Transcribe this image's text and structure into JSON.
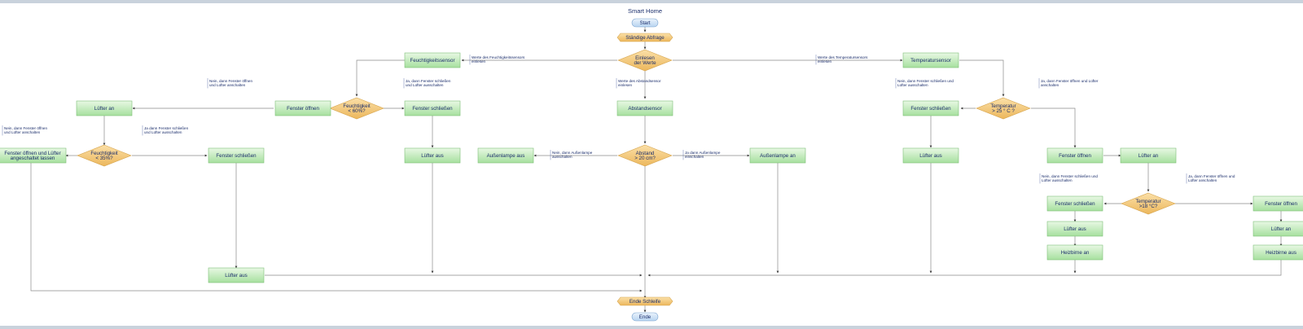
{
  "title": "Smart Home",
  "nodes": {
    "start": "Start",
    "loop_start": "Ständige Abfrage",
    "read_values": [
      "Einlesen",
      "der Werte"
    ],
    "humidity_sensor": "Feuchtigkeitssensor",
    "temperature_sensor": "Temperatursensor",
    "distance_sensor": "Abstandsensor",
    "humidity_60": [
      "Feuchtigkeit",
      "< 60%?"
    ],
    "window_open_left": "Fenster öffnen",
    "window_close_left": "Fenster schließen",
    "fan_on_left": "Lüfter an",
    "fan_off_humidity": "Lüfter aus",
    "humidity_35": [
      "Feuchtigkeit",
      "< 35%?"
    ],
    "window_open_fan_on": [
      "Fenster öffnen und Lüfter",
      "angeschaltet lassen"
    ],
    "window_close_35": "Fenster schließen",
    "fan_off_35": "Lüfter aus",
    "distance_decision": [
      "Abstand",
      "> 20 cm?"
    ],
    "outdoor_lamp_off": "Außenlampe aus",
    "outdoor_lamp_on": "Außenlampe an",
    "temp_25": [
      "Temperatur",
      "> 25 ° C ?"
    ],
    "window_close_temp": "Fenster schließen",
    "fan_off_temp": "Lüfter aus",
    "window_open_temp": "Fenster öffnen",
    "fan_on_temp": "Lüfter an",
    "temp_18": [
      "Temperatur",
      ">18 °C?"
    ],
    "window_close_18": "Fenster schließen",
    "fan_off_18": "Lüfter aus",
    "heater_on": "Heizbirne an",
    "window_open_18": "Fenster öffnen",
    "fan_on_18": "Lüfter an",
    "heater_off": "Heizbirne aus",
    "loop_end": "Ende Schleife",
    "end": "Ende"
  },
  "notes": {
    "humidity_read": [
      "Werte des Feuchtigkeitssensors",
      "einlesen"
    ],
    "temperature_read": [
      "Werte des Temperatursensors",
      "einlesen"
    ],
    "distance_read": [
      "Werte des Abstandsensor",
      "einlesen"
    ],
    "hum60_no": [
      "Nein, dann Fenster öffnen",
      "und Lüfter anschalten"
    ],
    "hum60_yes": [
      "Ja, dann Fenster schließen",
      "und Lüfter ausschalten"
    ],
    "hum35_no": [
      "Nein, dann Fenster öffnen",
      "und Lüfter anschalten"
    ],
    "hum35_yes": [
      "Ja dann Fenster schließen",
      "und Lüfter ausschalten"
    ],
    "dist_no": [
      "Nein, dann Außenlampe",
      "ausschalten"
    ],
    "dist_yes": [
      "Ja dann Außenlampe",
      "einschalten"
    ],
    "temp25_no": [
      "Nein, dann Fenster schließen und",
      "Lüfter ausschalten"
    ],
    "temp25_yes": [
      "Ja, dann Fenster öffnen und Lüfter",
      "anschalten"
    ],
    "temp18_no": [
      "Nein, dann Fenster schließen und",
      "Lüfter ausschalten"
    ],
    "temp18_yes": [
      "Ja, dann Fenster öffnen und",
      "Lüfter anschalten"
    ]
  },
  "colors": {
    "process_fill_top": "#e6f7e3",
    "process_fill_bottom": "#a9e3a1",
    "process_stroke": "#7fbf78",
    "decision_fill": "#f5c978",
    "decision_stroke": "#d6a44c",
    "terminal_fill": "#cfe3f7",
    "terminal_stroke": "#7aa3cf",
    "line": "#8a8a8a",
    "text": "#1a2d6b"
  }
}
